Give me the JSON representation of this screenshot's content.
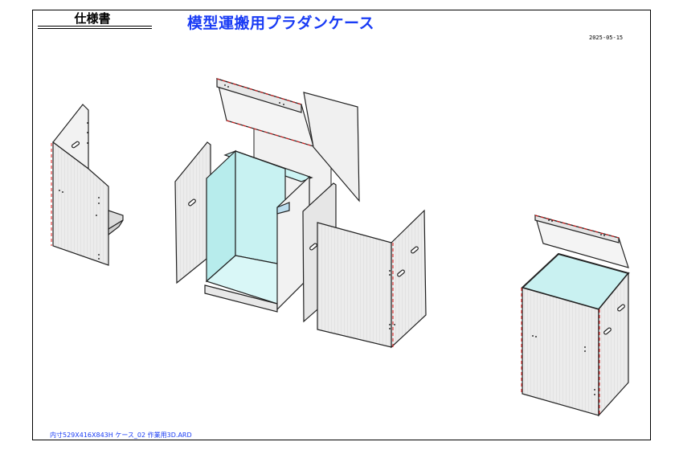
{
  "header": {
    "spec_label": "仕様書",
    "title": "模型運搬用プラダンケース",
    "date": "2025-05-15"
  },
  "footer": {
    "filename": "内寸529X416X843H ケース_02 作業用3D.ARD"
  },
  "colors": {
    "title_text": "#1a3cf5",
    "panel_fill": "#e9e9e9",
    "inner_fill": "#b7ecec",
    "edge_cut": "#e21b1b"
  }
}
